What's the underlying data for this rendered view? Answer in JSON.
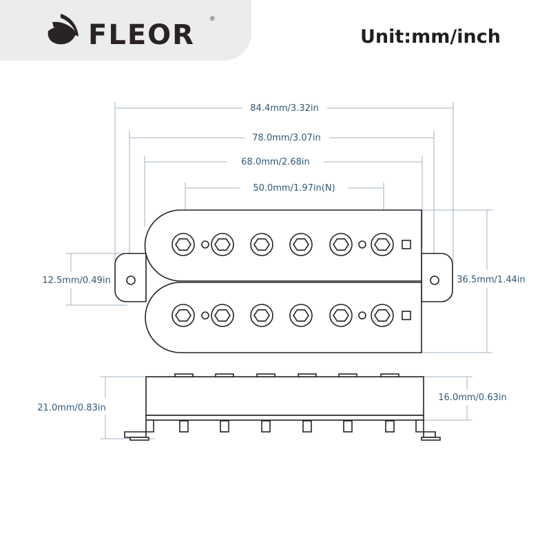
{
  "brand": {
    "name": "FLEOR",
    "registered": "®"
  },
  "unit_label": "Unit:mm/inch",
  "dimensions": {
    "overall_width": "84.4mm/3.32in",
    "mount_hole_spacing": "78.0mm/3.07in",
    "body_width": "68.0mm/2.68in",
    "pole_spacing": "50.0mm/1.97in(N)",
    "ear_height": "12.5mm/0.49in",
    "body_length": "36.5mm/1.44in",
    "total_height": "21.0mm/0.83in",
    "body_height": "16.0mm/0.63in"
  },
  "colors": {
    "dimension": "#2f5878",
    "header_bg": "#ececec",
    "outline": "#222222"
  }
}
